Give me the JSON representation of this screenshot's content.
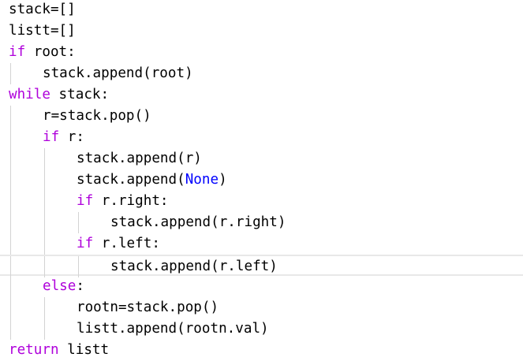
{
  "editor": {
    "current_line": 12,
    "colors": {
      "keyword": "#af00db",
      "constant": "#0000ff",
      "text": "#000000",
      "indent_guide": "#d3d3d3"
    },
    "lines": [
      {
        "indent": 0,
        "tokens": [
          {
            "t": "stack=[]",
            "k": ""
          }
        ]
      },
      {
        "indent": 0,
        "tokens": [
          {
            "t": "listt=[]",
            "k": ""
          }
        ]
      },
      {
        "indent": 0,
        "tokens": [
          {
            "t": "if",
            "k": "kw"
          },
          {
            "t": " root:",
            "k": ""
          }
        ]
      },
      {
        "indent": 1,
        "tokens": [
          {
            "t": "stack.append(root)",
            "k": ""
          }
        ]
      },
      {
        "indent": 0,
        "tokens": [
          {
            "t": "while",
            "k": "kw"
          },
          {
            "t": " stack:",
            "k": ""
          }
        ]
      },
      {
        "indent": 1,
        "tokens": [
          {
            "t": "r=stack.pop()",
            "k": ""
          }
        ]
      },
      {
        "indent": 1,
        "tokens": [
          {
            "t": "if",
            "k": "kw"
          },
          {
            "t": " r:",
            "k": ""
          }
        ]
      },
      {
        "indent": 2,
        "tokens": [
          {
            "t": "stack.append(r)",
            "k": ""
          }
        ]
      },
      {
        "indent": 2,
        "tokens": [
          {
            "t": "stack.append(",
            "k": ""
          },
          {
            "t": "None",
            "k": "const"
          },
          {
            "t": ")",
            "k": ""
          }
        ]
      },
      {
        "indent": 2,
        "tokens": [
          {
            "t": "if",
            "k": "kw"
          },
          {
            "t": " r.right:",
            "k": ""
          }
        ]
      },
      {
        "indent": 3,
        "tokens": [
          {
            "t": "stack.append(r.right)",
            "k": ""
          }
        ]
      },
      {
        "indent": 2,
        "tokens": [
          {
            "t": "if",
            "k": "kw"
          },
          {
            "t": " r.left:",
            "k": ""
          }
        ]
      },
      {
        "indent": 3,
        "tokens": [
          {
            "t": "stack.append(r.left)",
            "k": ""
          }
        ]
      },
      {
        "indent": 1,
        "tokens": [
          {
            "t": "else",
            "k": "kw"
          },
          {
            "t": ":",
            "k": ""
          }
        ]
      },
      {
        "indent": 2,
        "tokens": [
          {
            "t": "rootn=stack.pop()",
            "k": ""
          }
        ]
      },
      {
        "indent": 2,
        "tokens": [
          {
            "t": "listt.append(rootn.val)",
            "k": ""
          }
        ]
      },
      {
        "indent": 0,
        "tokens": [
          {
            "t": "return",
            "k": "kw"
          },
          {
            "t": " listt",
            "k": ""
          }
        ]
      }
    ]
  }
}
